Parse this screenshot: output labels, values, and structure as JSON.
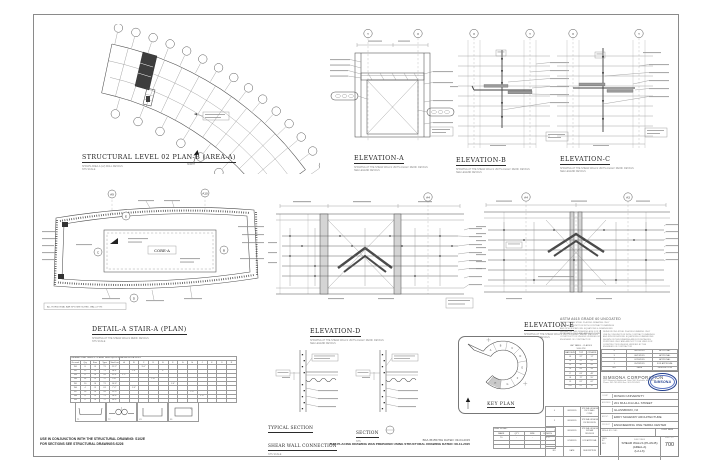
{
  "sheet": {
    "paper_color": "#ffffff",
    "accent_blue": "#23408f",
    "notes_left": [
      "USE IN CONJUNCTION WITH THE STRUCTURAL DRAWING: S102E",
      "FOR SECTIONS SEE STRUCTURAL DRAWINGS:S226"
    ],
    "note_center_small": "BKA 351557/6H DATED: 09-04-2015",
    "note_center_main": "THIS PLACING DRAWING WAS PREPARED USING STRUCTURAL DRAWING DATED: 08-11-2015"
  },
  "plan": {
    "title": "STRUCTURAL LEVEL 02 PLAN-B (AREA-A)",
    "sub1": "SHOWS AREA-A (L2) WALL DETAILS",
    "sub2": "NTS SCALE",
    "north": "NORTH"
  },
  "elev_a": {
    "title": "ELEVATION-A",
    "sub1": "SHOWING AT THE SHEAR WALLS UNITS A ELEV. REINF. DETAILS",
    "sub2": "SEE LEGEND DETAILS",
    "grid_left": "Y",
    "grid_right": "X"
  },
  "elev_b": {
    "title": "ELEVATION-B",
    "sub1": "SHOWING AT THE SHEAR WALLS UNITS A ELEV. REINF. DETAILS",
    "sub2": "SEE LEGEND DETAILS",
    "grid_left": "X",
    "grid_right": "Y"
  },
  "elev_c": {
    "title": "ELEVATION-C",
    "sub1": "SHOWING AT THE SHEAR WALLS UNITS A ELEV. REINF. DETAILS",
    "sub2": "SEE LEGEND DETAILS",
    "grid_left": "X",
    "grid_right": "Y"
  },
  "detail_a": {
    "title": "DETAIL-A STAIR-A (PLAN)",
    "sub1": "SHOWING AT THE SHEAR WALLS REINF. DETAILS",
    "sub2": "NTS SCALE",
    "core_label": "CORE-A",
    "grid_top_left": "A9",
    "grid_top_right": "A10",
    "grid_e": "E",
    "grid_c": "C",
    "grid_d": "D",
    "grid_b": "B",
    "note": "ALL HORIZONTAL BAR SPG SEE SCHED. WALL (TYP)"
  },
  "elev_d": {
    "title": "ELEVATION-D",
    "sub1": "SHOWING AT THE SHEAR WALLS UNITS A ELEV. REINF. DETAILS",
    "sub2": "SEE LEGEND DETAILS",
    "grid": "A4"
  },
  "elev_e": {
    "title": "ELEVATION-E",
    "sub1": "SHOWING AT THE SHEAR WALLS UNITS A ELEV. REINF. DETAILS",
    "sub2": "SEE LEGEND DETAILS",
    "grid_left": "A4",
    "grid_right": "A3"
  },
  "astm_note": {
    "line1": "ASTM A615 GRADE 60 UNCOATED",
    "body": [
      "REINFORCING STEEL PLACING DRAWING ONLY",
      "USE IN CONJUNCTION WITH CONTRACT DRAWINGS",
      "AND SPECIFICATIONS. EQUATIONS & DIMENSIONS",
      "SHOWN ON THIS DRAWING ARE FOR DETAILING",
      "PURPOSES ONLY AND ARE NOT TO BE USED FOR",
      "CONSTRUCTION UNLESS VERIFIED BY THE",
      "ENGINEER OF CONTRACTOR"
    ]
  },
  "schedule": {
    "title_row": [
      {
        "text": "Release Code: AREA C  SHEAR WALLS(L2-L3)",
        "span": 5
      },
      {
        "text": "BENDING DETAILS",
        "span": 12
      }
    ],
    "columns": [
      "Gr mark",
      "Qty",
      "Size",
      "Type",
      "Total Length",
      "A",
      "B",
      "C",
      "D",
      "E",
      "F",
      "G",
      "H",
      "J",
      "K",
      "O",
      "R"
    ],
    "rows": [
      [
        "W1",
        "8",
        "#5",
        "T1",
        "21'-2\"",
        "",
        "",
        "3'-0\"",
        "",
        "",
        "",
        "",
        "",
        "",
        "",
        "",
        ""
      ],
      [
        "W2",
        "12",
        "#5",
        "T1",
        "18'-4\"",
        "",
        "2'-6\"",
        "",
        "",
        "6\"",
        "",
        "",
        "",
        "",
        "",
        "",
        ""
      ],
      [
        "W3",
        "6",
        "#4",
        "S1",
        "11'-0\"",
        "1'-2\"",
        "",
        "",
        "",
        "",
        "",
        "",
        "",
        "",
        "",
        "",
        ""
      ],
      [
        "W4",
        "24",
        "#5",
        "T2",
        "9'-8\"",
        "",
        "",
        "",
        "2'-0\"",
        "",
        "",
        "",
        "",
        "",
        "",
        "",
        ""
      ],
      [
        "W5",
        "10",
        "#6",
        "T1",
        "14'-6\"",
        "",
        "",
        "",
        "",
        "",
        "1'-6\"",
        "",
        "",
        "",
        "",
        "",
        ""
      ],
      [
        "W6",
        "4",
        "#5",
        "U1",
        "7'-2\"",
        "",
        "1'-0\"",
        "",
        "",
        "",
        "",
        "",
        "",
        "",
        "",
        "",
        ""
      ],
      [
        "W7",
        "16",
        "#4",
        "S1",
        "12'-0\"",
        "",
        "",
        "",
        "",
        "",
        "",
        "",
        "2'-2\"",
        "",
        "",
        "",
        ""
      ],
      [
        "W8",
        "8",
        "#5",
        "T1",
        "16'-8\"",
        "",
        "",
        "",
        "",
        "",
        "",
        "",
        "",
        "1'-4\"",
        "",
        "",
        ""
      ],
      [
        "W9",
        "6",
        "#6",
        "T2",
        "10'-6\"",
        "",
        "",
        "",
        "",
        "",
        "",
        "",
        "",
        "",
        "",
        "",
        ""
      ]
    ],
    "shape_labels": [
      "T1",
      "T2",
      "U1",
      "S1"
    ]
  },
  "sections": {
    "title1": "TYPICAL SECTION",
    "title2": "SHEAR WALL CONNECTION",
    "sub": "NTS SCALE",
    "section_title": "SECTION",
    "section_sub": "NTS"
  },
  "key_plan": {
    "title": "KEY PLAN",
    "areas": [
      "A",
      "B",
      "C",
      "D",
      "E",
      "F",
      "G",
      "H"
    ]
  },
  "bar_chart": {
    "title_row": [
      {
        "text": "BAR CHART",
        "span": 4
      }
    ],
    "columns": [
      "MARK",
      "QTY",
      "SIZE",
      "LENGTH"
    ],
    "rows": [
      [
        "T0",
        "-",
        "-",
        "21'-2\""
      ],
      [
        "",
        "",
        "",
        ""
      ],
      [
        "",
        "",
        "",
        ""
      ]
    ]
  },
  "lap_table": {
    "title1": "LAP TABLE - CLASS B",
    "title2": "5000 PSI",
    "columns": [
      "BAR SIZE",
      "TOP",
      "OTHERS"
    ],
    "rows": [
      [
        "#3",
        "22\"",
        "17\""
      ],
      [
        "#4",
        "29\"",
        "22\""
      ],
      [
        "#5",
        "36\"",
        "28\""
      ],
      [
        "#6",
        "43\"",
        "33\""
      ],
      [
        "#7",
        "63\"",
        "48\""
      ],
      [
        "#8",
        "72\"",
        "55\""
      ],
      [
        "#9",
        "81\"",
        "62\""
      ],
      [
        "#10",
        "91\"",
        "70\""
      ]
    ]
  },
  "revisions_left": {
    "rows": [
      [
        "4",
        "08/25/2015",
        "STR.WALLS/SH.WALL FW C-WALL CONN."
      ],
      [
        "3",
        "08/16/2015",
        "STR.WALLS/SH.WALL FW REVISION"
      ],
      [
        "2",
        "08/14/2015",
        "STR.WALLS/SH.WALL FW BAR REVISION"
      ],
      [
        "1",
        "07/08/2015",
        "FOR APPROVAL"
      ]
    ],
    "footer": [
      "NO.",
      "DATE",
      "DESCRIPTION"
    ]
  },
  "revisions_right": {
    "rows": [
      [
        "4",
        "08/20/2015",
        "APPROVAL"
      ],
      [
        "3",
        "08/13/2015",
        "APPROVAL"
      ],
      [
        "2",
        "07/30/2015",
        "APPROVAL"
      ],
      [
        "1",
        "05/28/2015",
        "FOR APPROVAL"
      ]
    ],
    "footer": [
      "NO.",
      "DATE",
      "DESCRIPTION"
    ]
  },
  "title_block": {
    "company": "SIMSONA CORPORATION",
    "logo_text": "SIMSONA",
    "address": "1379 Research Boulevard, Suite 500, Rockville, MD 20850",
    "phone_fax": "Phone: 301-762-0500   Fax: 301-762-0505",
    "info": [
      {
        "label": "CLIENT",
        "value": "ROWAN UNIVERSITY"
      },
      {
        "label": "ADDRESS",
        "value": "201 MULLICA HILL STREET"
      },
      {
        "label": "",
        "value": "GLASSBORO, NJ"
      },
      {
        "label": "ARCHT.",
        "value": "ERDY McHENRY ARCHITECTURE"
      },
      {
        "label": "PROJECT",
        "value": "ENGINEERING ONE TERRA CENTER"
      }
    ],
    "rev_line": "REV A:        BY:        CHK:",
    "client_name_label": "CLIENT NAME",
    "meta_date": "DATE:",
    "meta_by": "BY:",
    "meta_rev": "REV:",
    "dwg_title_label": "SHEET NAME",
    "dwg_title1": "SHEAR WALLS (PLAN-B)(AREA-A)",
    "dwg_title2": "(L2-L3)",
    "sheet_no_label": "SHEET NO.",
    "sheet_no": "700"
  }
}
